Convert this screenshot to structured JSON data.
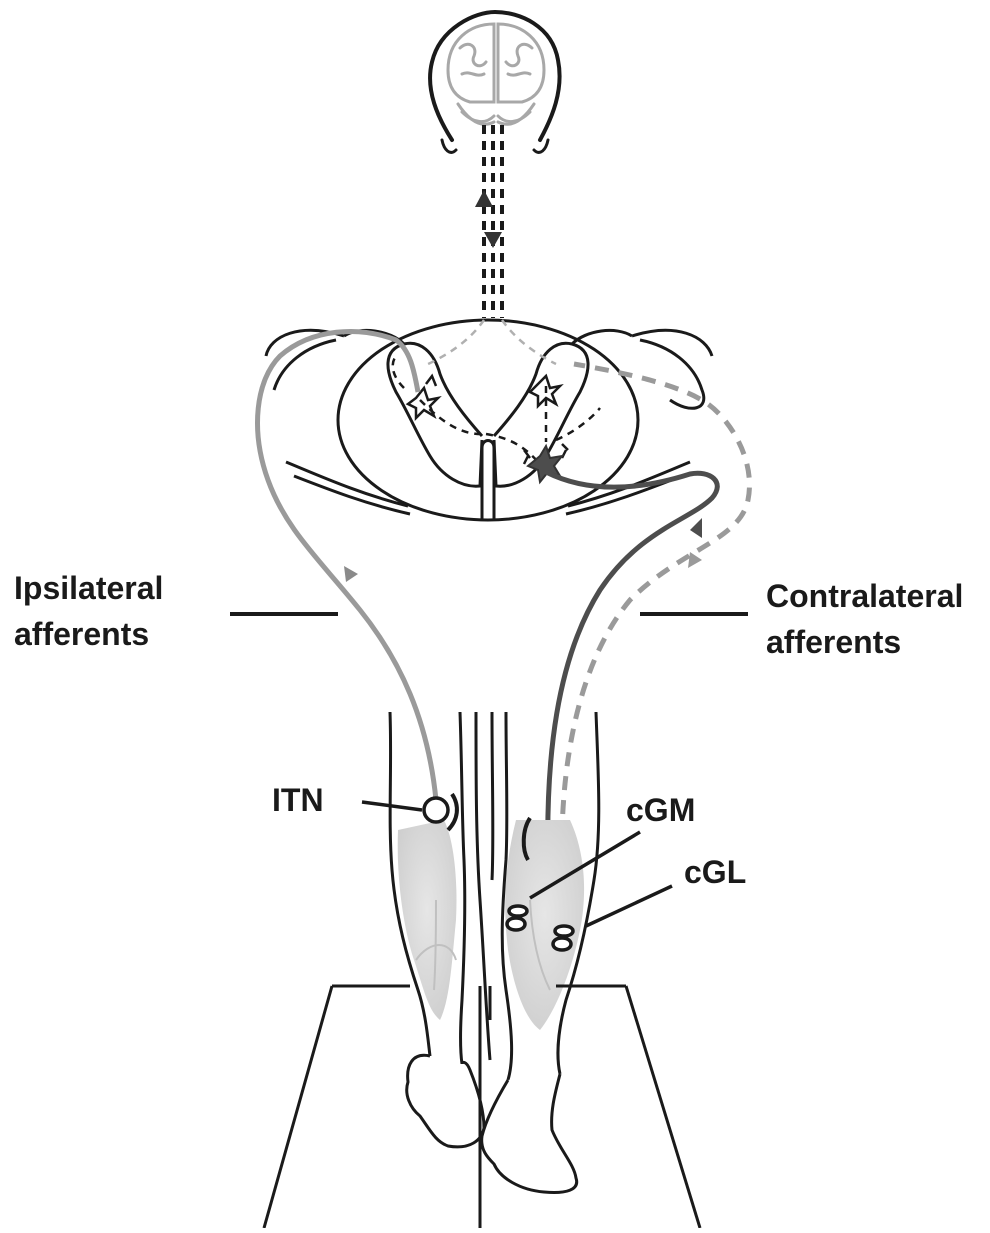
{
  "labels": {
    "ipsilateral_line1": "Ipsilateral",
    "ipsilateral_line2": "afferents",
    "contralateral_line1": "Contralateral",
    "contralateral_line2": "afferents",
    "itn": "ITN",
    "cgm": "cGM",
    "cgl": "cGL"
  },
  "colors": {
    "outline": "#1a1a1a",
    "ipsilateral_pathway": "#9a9a9a",
    "contralateral_pathway": "#4d4d4d",
    "contralateral_dashed": "#9a9a9a",
    "brain": "#a8a8a8",
    "muscle_shading": "#d9d9d9"
  }
}
